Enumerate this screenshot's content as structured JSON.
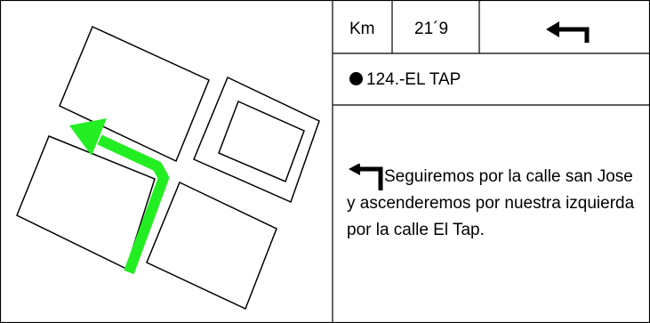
{
  "info_table": {
    "distance_label": "Km",
    "distance_value": "21´9",
    "direction_icon": "turn-left-arrow-icon"
  },
  "waypoint": {
    "marker_icon": "bullet-dot-icon",
    "name": "124.-EL TAP"
  },
  "description": {
    "icon": "turn-left-arrow-icon",
    "text": "Seguiremos por la calle san Jose y ascenderemos por nuestra izquierda por la calle El Tap."
  },
  "colors": {
    "route": "#22ee22",
    "lines": "#000000",
    "background": "#ffffff"
  }
}
